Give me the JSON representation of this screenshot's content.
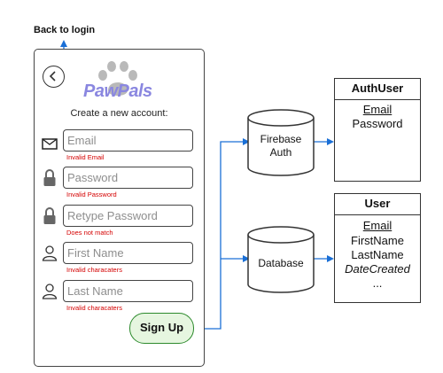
{
  "nav": {
    "back_to_login": "Back to login"
  },
  "app": {
    "logo_text": "PawPals",
    "subtitle": "Create a new account:"
  },
  "fields": [
    {
      "placeholder": "Email",
      "error": "Invalid Email",
      "icon": "mail-icon"
    },
    {
      "placeholder": "Password",
      "error": "Invalid Password",
      "icon": "lock-icon"
    },
    {
      "placeholder": "Retype Password",
      "error": "Does not match",
      "icon": "lock-icon"
    },
    {
      "placeholder": "First Name",
      "error": "Invalid characaters",
      "icon": "person-icon"
    },
    {
      "placeholder": "Last Name",
      "error": "Invalid characaters",
      "icon": "person-icon"
    }
  ],
  "signup": {
    "label": "Sign Up"
  },
  "stores": {
    "firebase": {
      "label_line1": "Firebase",
      "label_line2": "Auth"
    },
    "database": {
      "label": "Database"
    }
  },
  "entities": {
    "auth_user": {
      "title": "AuthUser",
      "attributes": [
        "Email",
        "Password"
      ]
    },
    "user": {
      "title": "User",
      "attributes": [
        "Email",
        "FirstName",
        "LastName",
        "DateCreated",
        "..."
      ]
    }
  },
  "colors": {
    "connector": "#1a6fd6",
    "error": "#d40000",
    "logo": "#8a87e0",
    "signup_border": "#2c8a2c",
    "signup_fill": "#e6f6e0"
  }
}
